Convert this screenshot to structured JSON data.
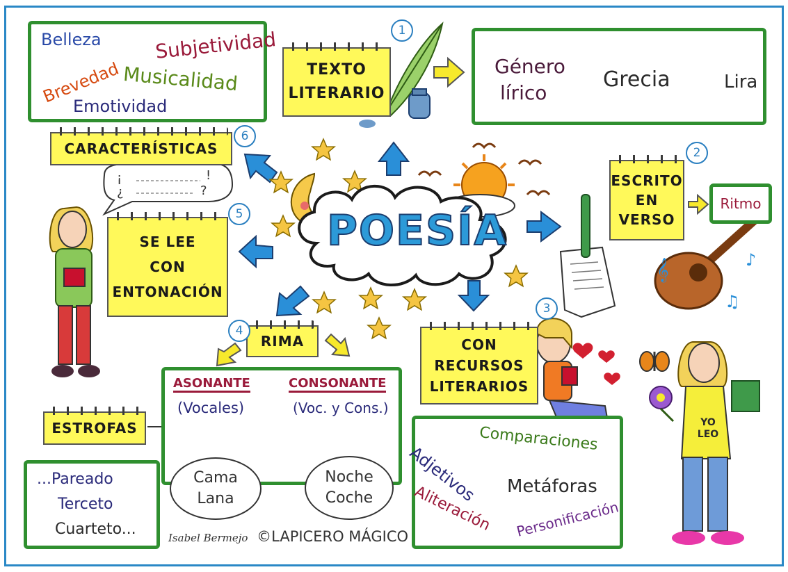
{
  "title": "POESÍA",
  "caracteristicas": {
    "label": "CARACTERÍSTICAS",
    "number": "6",
    "words": [
      "Belleza",
      "Subjetividad",
      "Brevedad",
      "Musicalidad",
      "Emotividad"
    ]
  },
  "texto": {
    "label_line1": "TEXTO",
    "label_line2": "LITERARIO",
    "number": "1"
  },
  "genero": {
    "line1": "Género",
    "line2": "lírico",
    "origin": "Grecia",
    "instrument": "Lira"
  },
  "escrito": {
    "line1": "ESCRITO",
    "line2": "EN",
    "line3": "VERSO",
    "number": "2",
    "result": "Ritmo"
  },
  "entonacion": {
    "line1": "SE LEE",
    "line2": "CON",
    "line3": "ENTONACIÓN",
    "number": "5",
    "speech_open1": "¡",
    "speech_open2": "¿",
    "speech_close1": "!",
    "speech_close2": "?"
  },
  "rima": {
    "label": "RIMA",
    "number": "4",
    "asonante_title": "ASONANTE",
    "asonante_sub": "(Vocales)",
    "asonante_ex1": "Cama",
    "asonante_ex2": "Lana",
    "consonante_title": "CONSONANTE",
    "consonante_sub": "(Voc. y Cons.)",
    "consonante_ex1": "Noche",
    "consonante_ex2": "Coche"
  },
  "estrofas": {
    "label": "ESTROFAS",
    "items": [
      "...Pareado",
      "Terceto",
      "Cuarteto..."
    ]
  },
  "recursos": {
    "line1": "CON",
    "line2": "RECURSOS",
    "line3": "LITERARIOS",
    "number": "3",
    "items": [
      "Adjetivos",
      "Comparaciones",
      "Metáforas",
      "Aliteración",
      "Personificación"
    ]
  },
  "yoleo": {
    "line1": "YO",
    "line2": "LEO"
  },
  "credit": {
    "signature": "Isabel Bermejo",
    "brand": "©LAPICERO MÁGICO"
  },
  "colors": {
    "frame": "#2a88c6",
    "green": "#2f8f2f",
    "yellow": "#fff95a",
    "arrow_blue": "#2a8fd8",
    "arrow_yellow": "#f7e92c",
    "red": "#c8102e",
    "star": "#f5c542"
  }
}
